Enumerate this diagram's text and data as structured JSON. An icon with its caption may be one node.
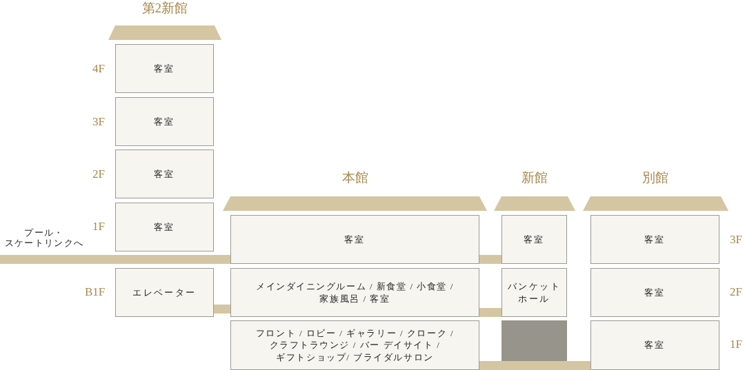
{
  "diagram": {
    "nodes": [
      {
        "text": [
          "客室"
        ]
      },
      {
        "text": [
          "客室"
        ]
      },
      {
        "text": [
          "客室"
        ]
      },
      {
        "text": [
          "客室"
        ]
      },
      {
        "text": [
          "エレベーター"
        ]
      },
      {
        "text": [
          "客室"
        ]
      },
      {
        "text": [
          "メインダイニングルーム / 新食堂 / 小食堂 / 家族風呂 / 客室"
        ]
      },
      {
        "text": [
          "フロント / ロビー / ギャラリー / クローク / クラフトラウンジ / バー デイサイト / ギフトショップ/ ブライダルサロン"
        ]
      },
      {
        "text": [
          "客室"
        ]
      },
      {
        "text": [
          "バンケットホール"
        ]
      },
      {
        "text": [],
        "shape": "box"
      },
      {
        "text": [
          "客室"
        ]
      },
      {
        "text": [
          "客室"
        ]
      },
      {
        "text": [
          "客室"
        ]
      },
      {
        "text": [],
        "shape": "trapezoid"
      },
      {
        "text": [],
        "shape": "trapezoid"
      },
      {
        "text": [],
        "shape": "trapezoid"
      },
      {
        "text": [],
        "shape": "trapezoid"
      }
    ],
    "edges": [
      {
        "from": null,
        "to": 5,
        "arrow": "none"
      },
      {
        "from": 4,
        "to": 6,
        "arrow": "none"
      },
      {
        "from": 5,
        "to": 8,
        "arrow": "none"
      },
      {
        "from": 6,
        "to": 9,
        "arrow": "none"
      },
      {
        "from": 7,
        "to": 13,
        "arrow": "none"
      }
    ],
    "labels": [
      "第2新館",
      "4F",
      "3F",
      "2F",
      "1F",
      "プール・スケートリンクへ",
      "B1F",
      "本館",
      "新館",
      "別館",
      "3F",
      "2F",
      "1F"
    ]
  }
}
